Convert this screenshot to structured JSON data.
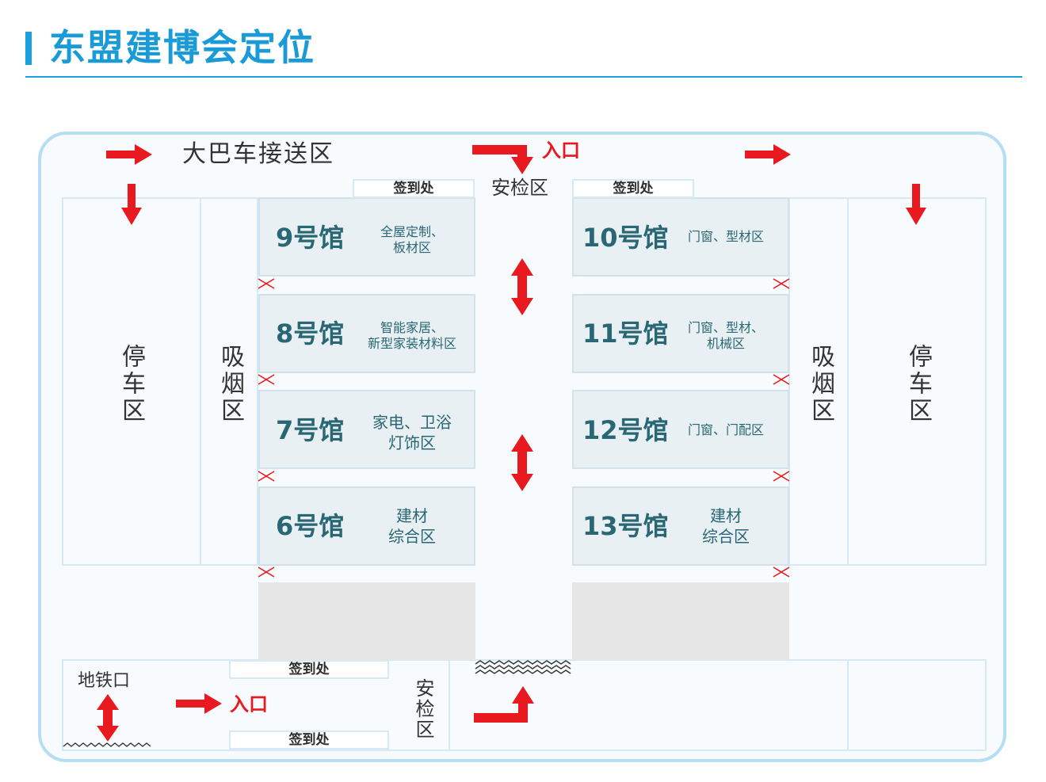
{
  "page": {
    "title": "东盟建博会定位"
  },
  "labels": {
    "bus_area": "大巴车接送区",
    "entrance_top": "入口",
    "entrance_bottom": "入口",
    "security_top": "安检区",
    "security_bottom": "安检区",
    "signin": "签到处",
    "parking": "停车区",
    "smoking": "吸烟区",
    "metro": "地铁口"
  },
  "halls_left": [
    {
      "number": "9号馆",
      "desc_lines": [
        "全屋定制、",
        "板材区"
      ]
    },
    {
      "number": "8号馆",
      "desc_lines": [
        "智能家居、",
        "新型家装材料区"
      ]
    },
    {
      "number": "7号馆",
      "desc_lines": [
        "家电、卫浴",
        "灯饰区"
      ]
    },
    {
      "number": "6号馆",
      "desc_lines": [
        "建材",
        "综合区"
      ]
    }
  ],
  "halls_right": [
    {
      "number": "10号馆",
      "desc_lines": [
        "门窗、型材区"
      ]
    },
    {
      "number": "11号馆",
      "desc_lines": [
        "门窗、型材、",
        "机械区"
      ]
    },
    {
      "number": "12号馆",
      "desc_lines": [
        "门窗、门配区"
      ]
    },
    {
      "number": "13号馆",
      "desc_lines": [
        "建材",
        "综合区"
      ]
    }
  ],
  "colors": {
    "accent": "#1aa0db",
    "arrow": "#e8191f",
    "hall_fill": "#e8f0f4",
    "hall_text": "#2a6774"
  }
}
